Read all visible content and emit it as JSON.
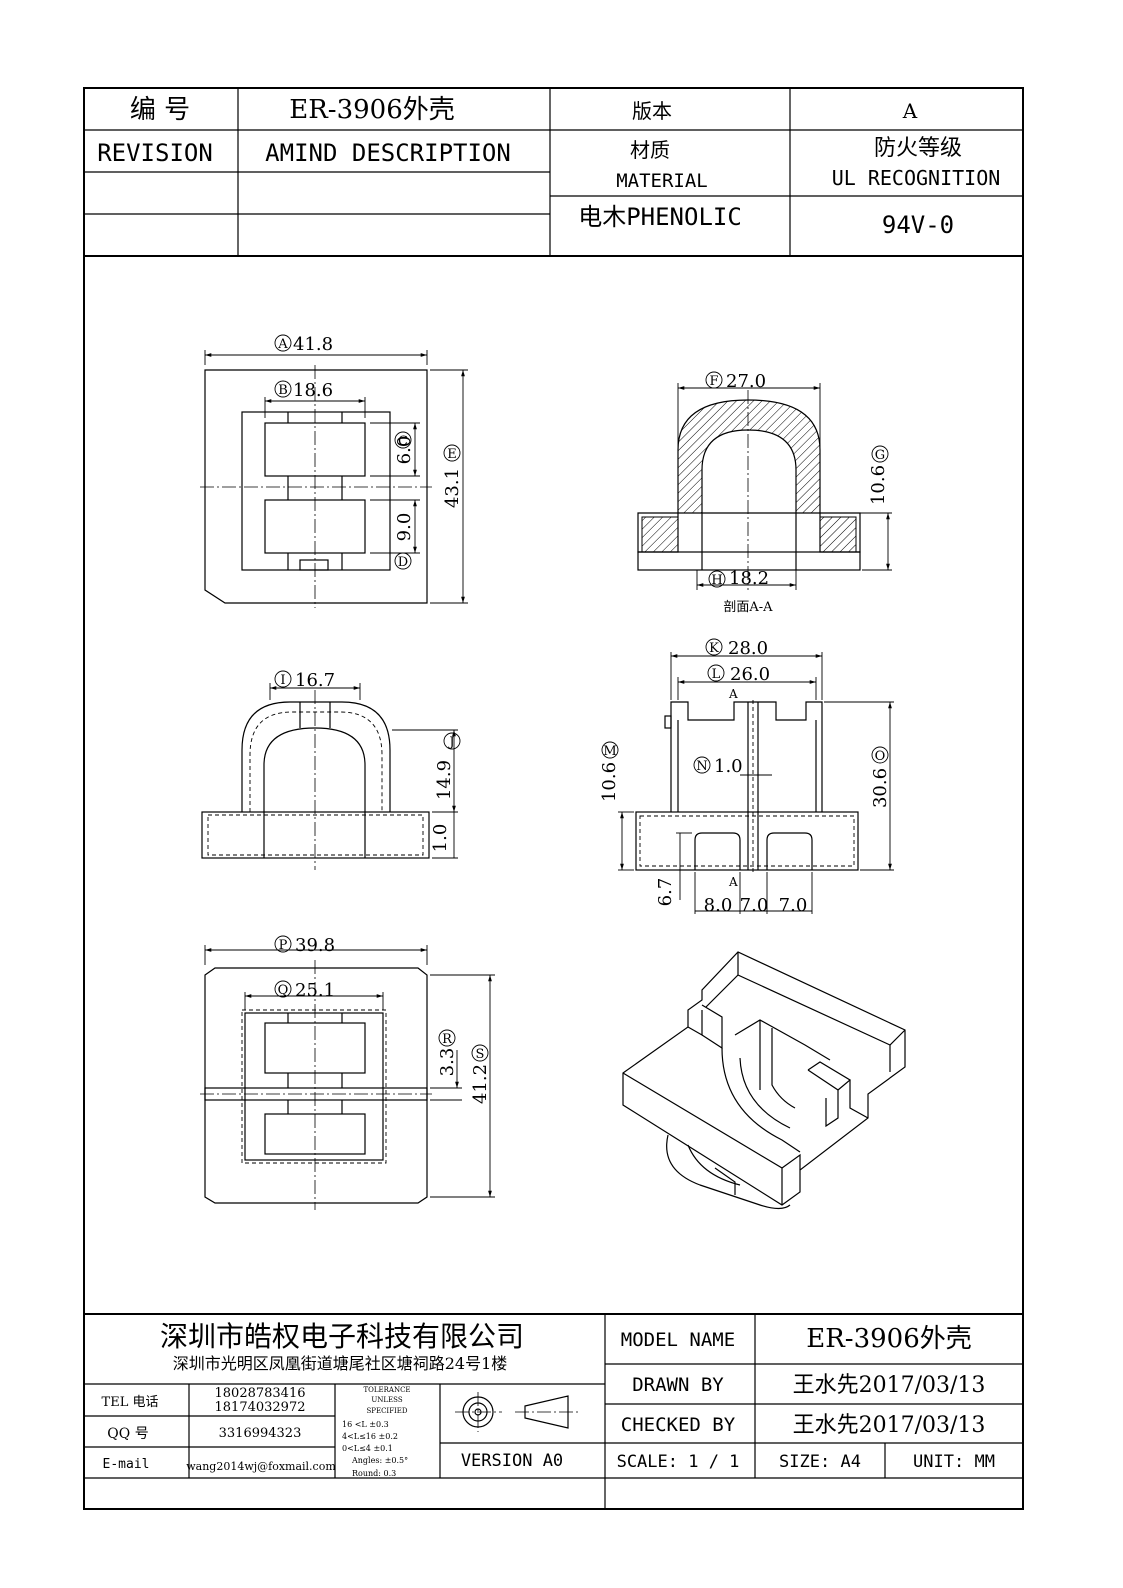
{
  "title_block": {
    "number_label": "编   号",
    "part_name": "ER-3906外壳",
    "version_label": "版本",
    "version_value": "A",
    "revision_label": "REVISION",
    "description_label": "AMIND DESCRIPTION",
    "material_label_cn": "材质",
    "material_label_en": "MATERIAL",
    "fire_label_cn": "防火等级",
    "fire_label_en": "UL RECOGNITION",
    "material_value": "电木PHENOLIC",
    "fire_value": "94V-0"
  },
  "dimensions": {
    "A": "41.8",
    "B": "18.6",
    "C": "6.0",
    "D": "9.0",
    "E": "43.1",
    "F": "27.0",
    "G": "10.6",
    "H": "18.2",
    "I": "16.7",
    "J": "14.9",
    "base_height": "1.0",
    "K": "28.0",
    "L": "26.0",
    "M": "10.6",
    "N": "1.0",
    "O": "30.6",
    "pin_h": "6.7",
    "pin_w1": "8.0",
    "pin_w2": "7.0",
    "pin_w3": "7.0",
    "P": "39.8",
    "Q": "25.1",
    "R": "3.3",
    "S": "41.2"
  },
  "markers": {
    "A": "A",
    "B": "B",
    "C": "C",
    "D": "D",
    "E": "E",
    "F": "F",
    "G": "G",
    "H": "H",
    "I": "I",
    "J": "J",
    "K": "K",
    "L": "L",
    "M": "M",
    "N": "N",
    "O": "O",
    "P": "P",
    "Q": "Q",
    "R": "R",
    "S": "S"
  },
  "section_label": "剖面A-A",
  "section_mark": "A",
  "footer": {
    "company": "深圳市皓权电子科技有限公司",
    "address": "深圳市光明区凤凰街道塘尾社区塘祠路24号1楼",
    "tel_label": "TEL 电话",
    "tel_1": "18028783416",
    "tel_2": "18174032972",
    "qq_label": "QQ  号",
    "qq_value": "3316994323",
    "email_label": "E-mail",
    "email_value": "wang2014wj@foxmail.com",
    "tolerance_title": "TOLERANCE",
    "tolerance_unless": "UNLESS",
    "tolerance_specified": "SPECIFIED",
    "tol_1": "16 <L        ±0.3",
    "tol_2": "4<L≤16     ±0.2",
    "tol_3": "0<L≤4       ±0.1",
    "tol_angles": "Angles: ±0.5°",
    "tol_round": "Round: 0.3",
    "version": "VERSION A0",
    "model_label": "MODEL NAME",
    "model_value": "ER-3906外壳",
    "drawn_label": "DRAWN BY",
    "drawn_value": "王水先2017/03/13",
    "checked_label": "CHECKED BY",
    "checked_value": "王水先2017/03/13",
    "scale": "SCALE:  1 / 1",
    "size": "SIZE:  A4",
    "unit": "UNIT:  MM"
  }
}
